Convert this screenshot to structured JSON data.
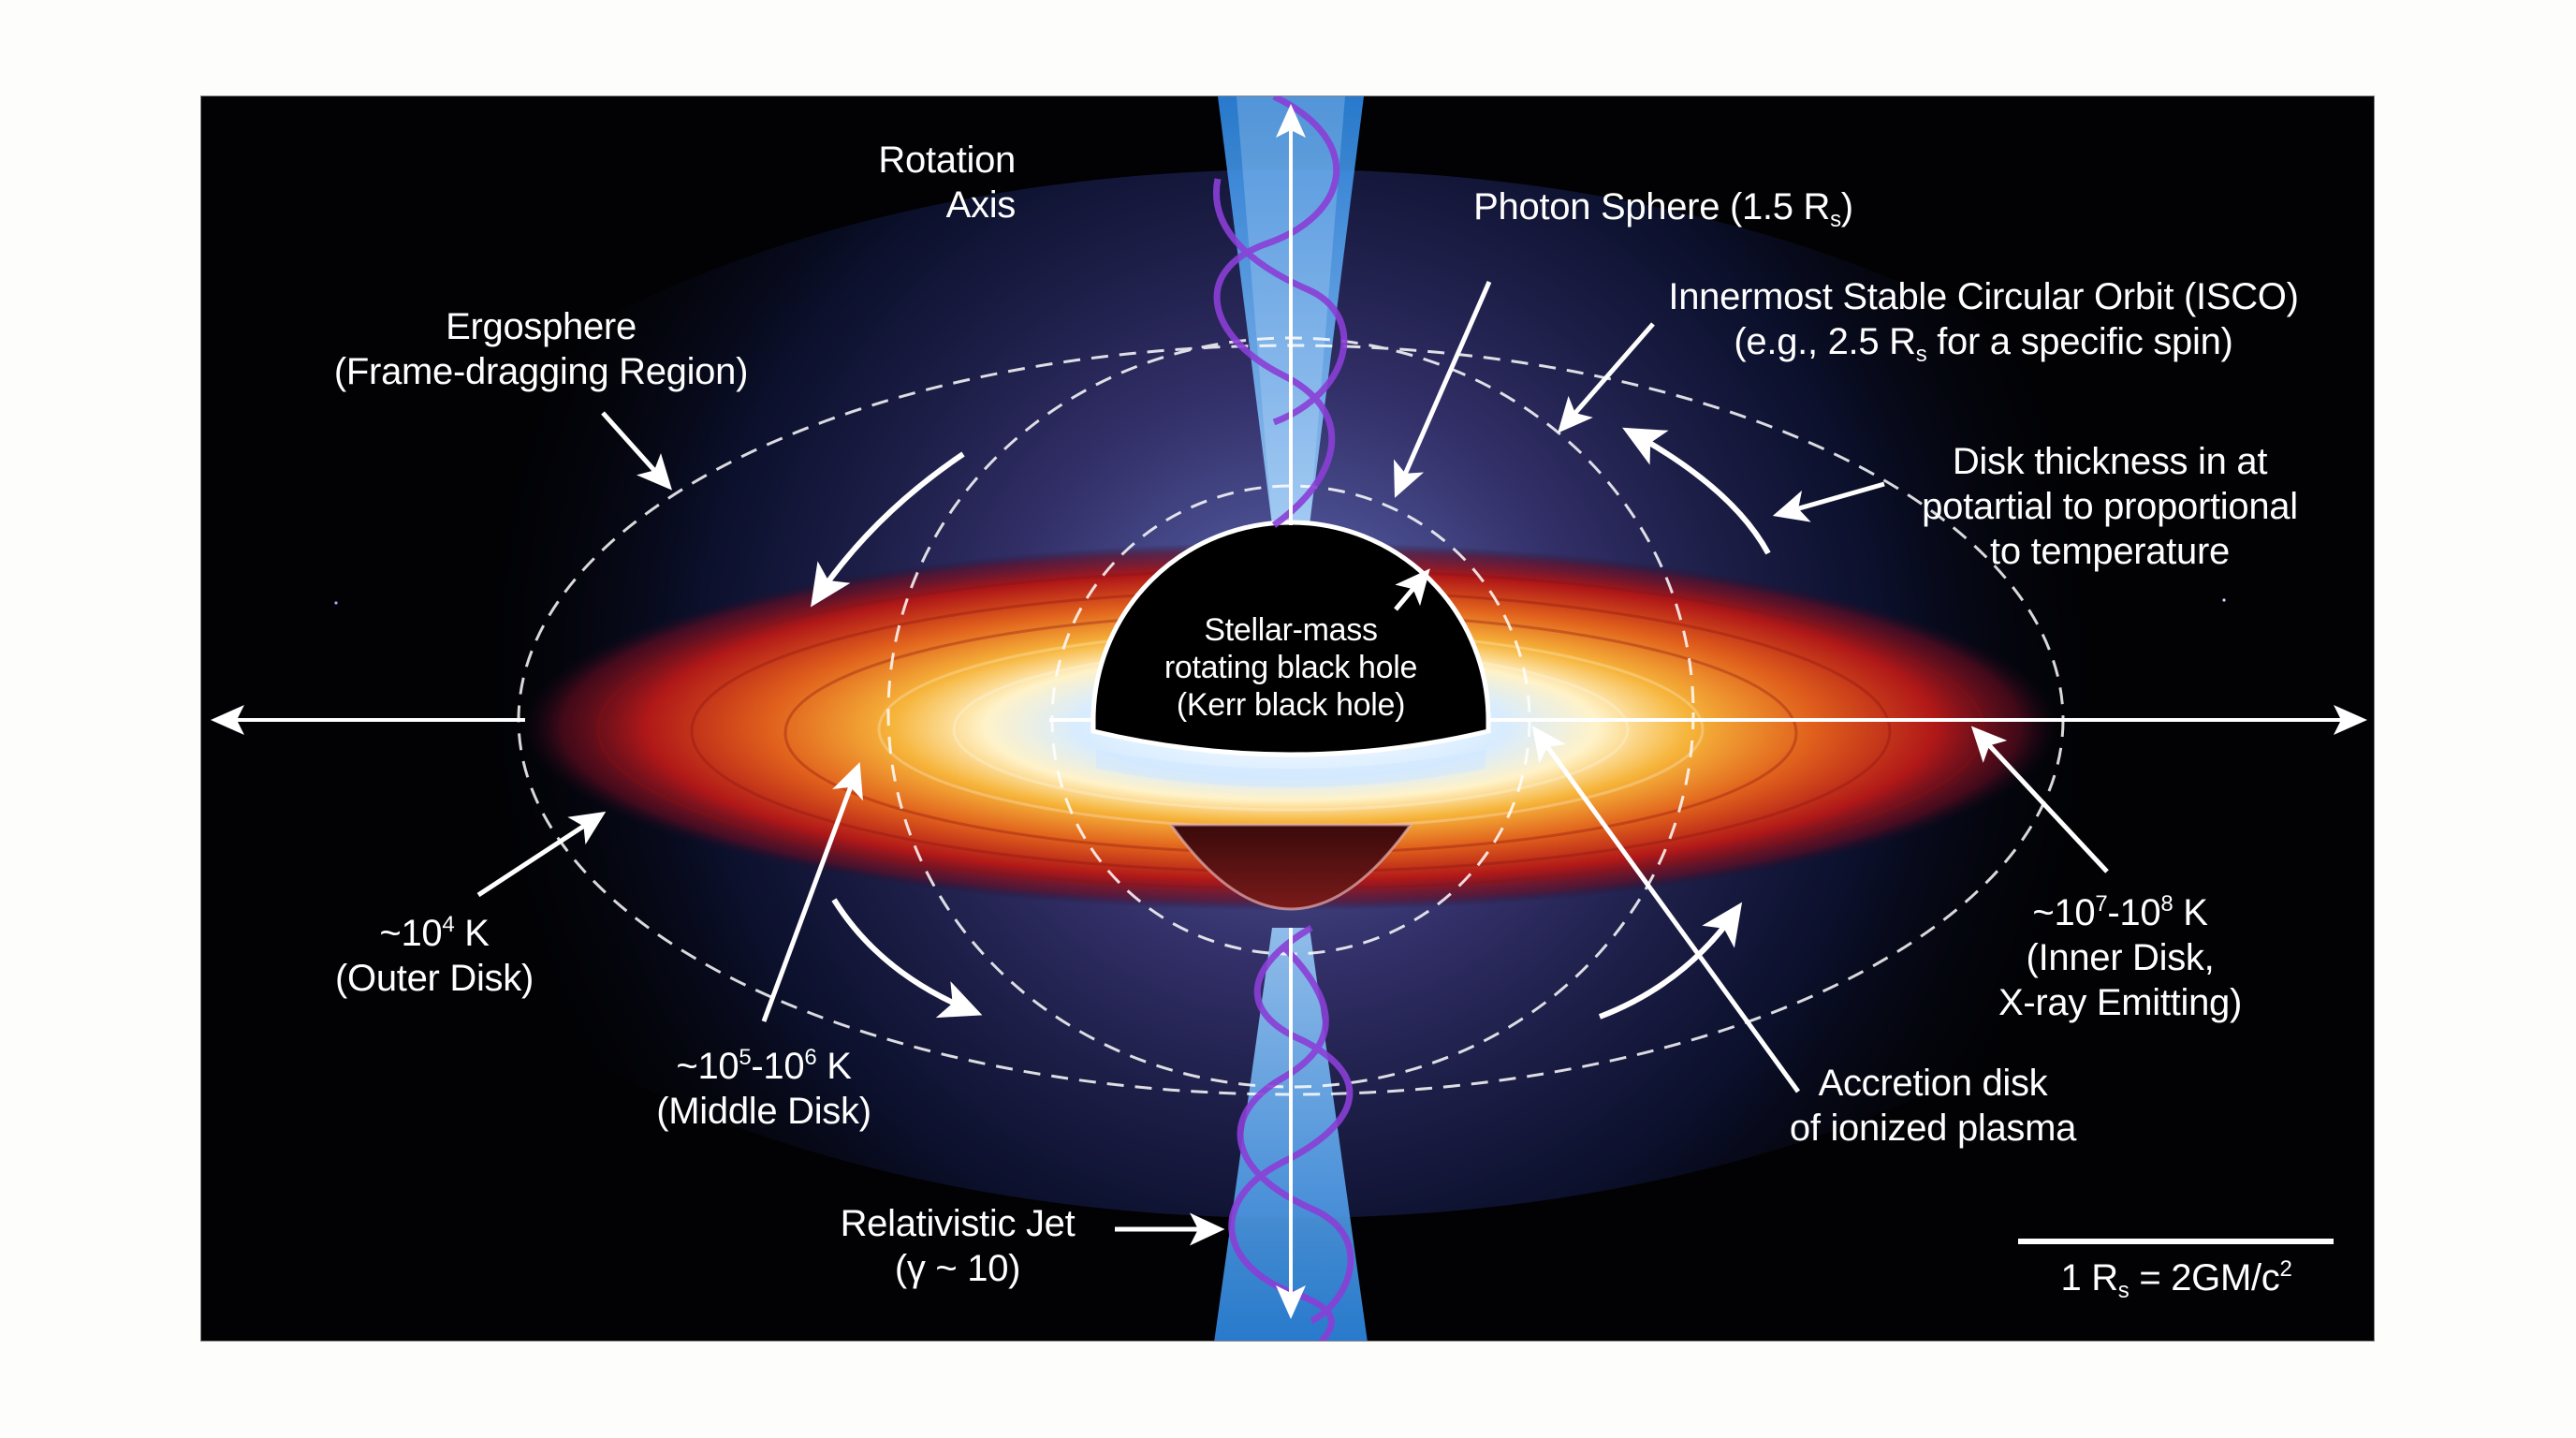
{
  "diagram": {
    "title": "Stellar-mass rotating black hole with accretion disk and relativistic jets",
    "colors": {
      "background": "#020204",
      "page": "#fdfdfb",
      "jet": "#3ba4ff",
      "helix": "#8a3fd6",
      "disk_outer": "#c01a1a",
      "disk_middle": "#f0a030",
      "disk_inner": "#e8f4ff",
      "label": "#ffffff"
    },
    "labels": {
      "rotation_axis": [
        "Rotation",
        "Axis"
      ],
      "photon_sphere": {
        "text": "Photon Sphere (1.5 R",
        "sub": "s",
        "close": ")"
      },
      "isco_line1": "Innermost Stable Circular Orbit (ISCO)",
      "isco_line2": {
        "pre": "(e.g., 2.5 R",
        "sub": "s",
        "post": " for a specific spin)"
      },
      "ergosphere": [
        "Ergosphere",
        "(Frame-dragging Region)"
      ],
      "disk_thickness": [
        "Disk thickness in at",
        "potartial to proportional",
        "to temperature"
      ],
      "black_hole": [
        "Stellar-mass",
        "rotating black hole",
        "(Kerr black hole)"
      ],
      "outer_disk": {
        "pre": "~10",
        "sup": "4",
        "post": " K",
        "line2": "(Outer Disk)"
      },
      "middle_disk": {
        "pre": "~10",
        "sup1": "5",
        "mid": "-10",
        "sup2": "6",
        "post": " K",
        "line2": "(Middle Disk)"
      },
      "inner_disk": {
        "pre": "~10",
        "sup1": "7",
        "mid": "-10",
        "sup2": "8",
        "post": " K",
        "line2": "(Inner Disk,",
        "line3": "X-ray Emitting)"
      },
      "accretion_disk": [
        "Accretion disk",
        "of ionized plasma"
      ],
      "jet": {
        "line1": "Relativistic Jet",
        "line2": "(γ ~ 10)"
      },
      "scale": {
        "pre": "1 R",
        "sub": "s",
        "mid": " = 2GM/c",
        "sup": "2"
      }
    },
    "annotations": {
      "photon_sphere_radius": "1.5 Rs",
      "isco_radius_example": "2.5 Rs",
      "lorentz_factor": "γ ~ 10",
      "temperatures": [
        "~10^4 K",
        "~10^5-10^6 K",
        "~10^7-10^8 K"
      ]
    }
  }
}
